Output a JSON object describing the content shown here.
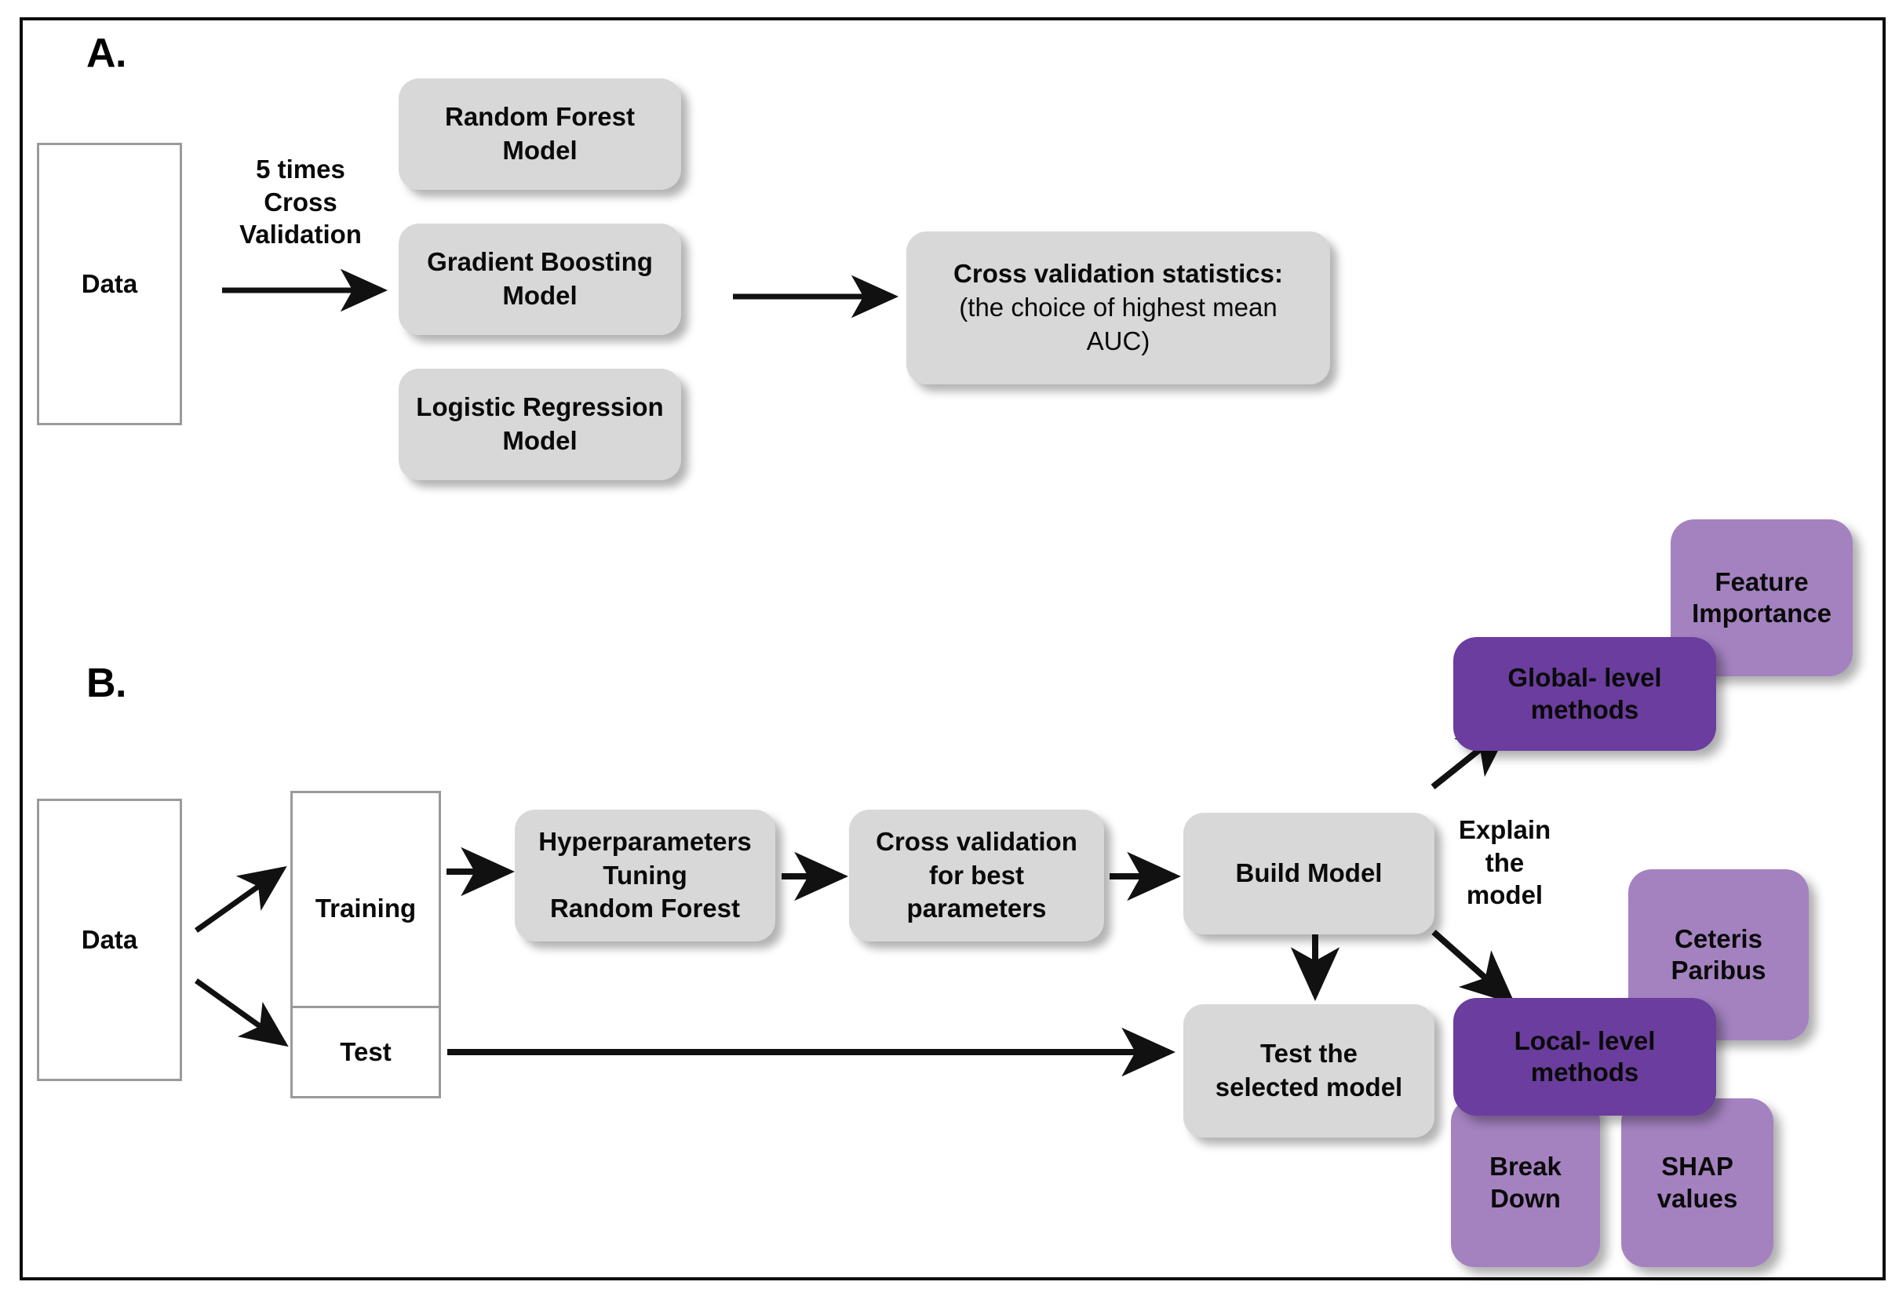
{
  "figure": {
    "panels": [
      {
        "id": "A",
        "letter": "A."
      },
      {
        "id": "B",
        "letter": "B."
      }
    ],
    "colors": {
      "grey_box": "#d8d8d8",
      "purple_light": "#a482c0",
      "purple_dark": "#6b3d9e",
      "rect_border": "#9a9a9a",
      "frame_border": "#0d0d0d",
      "text": "#0a0a0a",
      "background": "#ffffff"
    }
  },
  "panel_a": {
    "letter": "A.",
    "data_box": {
      "label": "Data"
    },
    "cv_annotation": {
      "line1": "5 times",
      "line2": "Cross",
      "line3": "Validation"
    },
    "models": [
      {
        "line1": "Random Forest",
        "line2": "Model"
      },
      {
        "line1": "Gradient Boosting",
        "line2": "Model"
      },
      {
        "line1": "Logistic Regression",
        "line2": "Model"
      }
    ],
    "result_box": {
      "line1": "Cross validation statistics:",
      "line2": "(the choice of highest mean",
      "line3": "AUC)"
    }
  },
  "panel_b": {
    "letter": "B.",
    "data_box": {
      "label": "Data"
    },
    "training_box": {
      "label": "Training"
    },
    "test_box": {
      "label": "Test"
    },
    "tuning_box": {
      "line1": "Hyperparameters",
      "line2": "Tuning",
      "line3": "Random Forest"
    },
    "cv_params_box": {
      "line1": "Cross validation",
      "line2": "for best",
      "line3": "parameters"
    },
    "build_box": {
      "label": "Build Model"
    },
    "test_model_box": {
      "line1": "Test the",
      "line2": "selected model"
    },
    "explain_annotation": {
      "line1": "Explain",
      "line2": "the",
      "line3": "model"
    },
    "global_methods": {
      "line1": "Global- level",
      "line2": "methods"
    },
    "local_methods": {
      "line1": "Local- level",
      "line2": "methods"
    },
    "global_children": [
      {
        "line1": "Feature",
        "line2": "Importance"
      }
    ],
    "local_children": [
      {
        "line1": "Ceteris",
        "line2": "Paribus"
      },
      {
        "line1": "Break",
        "line2": "Down"
      },
      {
        "line1": "SHAP",
        "line2": "values"
      }
    ]
  }
}
